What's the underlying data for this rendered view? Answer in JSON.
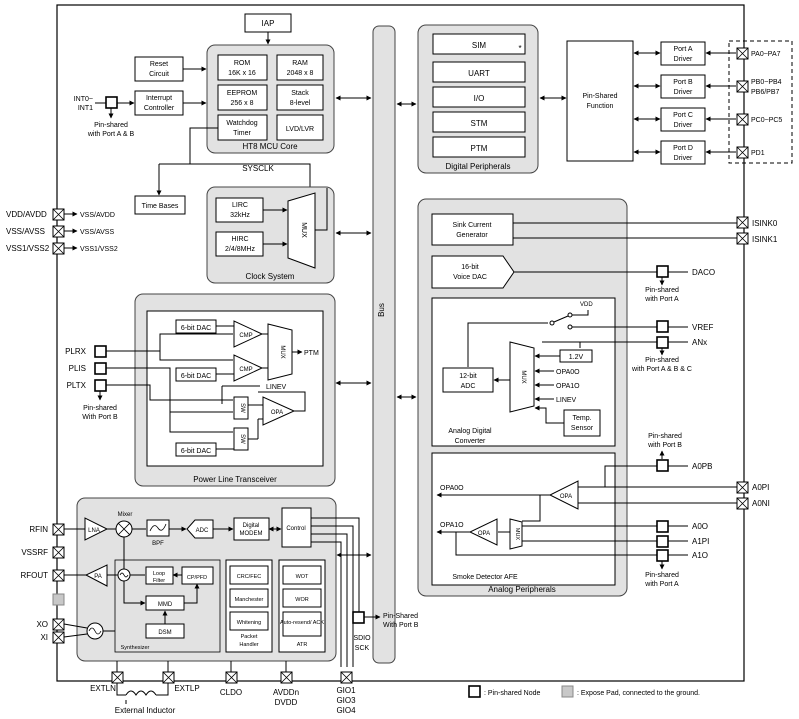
{
  "mcu_core": {
    "title": "HT8 MCU Core",
    "iap": "IAP",
    "rom": [
      "ROM",
      "16K x 16"
    ],
    "ram": [
      "RAM",
      "2048 x 8"
    ],
    "eeprom": [
      "EEPROM",
      "256 x 8"
    ],
    "stack": [
      "Stack",
      "8-level"
    ],
    "watchdog": [
      "Watchdog",
      "Timer"
    ],
    "lvd": "LVD/LVR",
    "reset": [
      "Reset",
      "Circuit"
    ],
    "interrupt": [
      "Interrupt",
      "Controller"
    ],
    "int_pins": [
      "INT0~",
      "INT1"
    ],
    "int_shared": [
      "Pin-shared",
      "with Port A & B"
    ],
    "sysclk": "SYSCLK",
    "time_bases": "Time Bases"
  },
  "clock_system": {
    "title": "Clock System",
    "lirc": [
      "LIRC",
      "32kHz"
    ],
    "hirc": [
      "HIRC",
      "2/4/8MHz"
    ],
    "mux": "MUX"
  },
  "power_pins": [
    {
      "name": "VDD/AVDD",
      "label": "VSS/AVDD"
    },
    {
      "name": "VSS/AVSS",
      "label": "VSS/AVSS"
    },
    {
      "name": "VSS1/VSS2",
      "label": "VSS1/VSS2"
    }
  ],
  "digital_peripherals": {
    "title": "Digital Peripherals",
    "items": [
      "SIM",
      "UART",
      "I/O",
      "STM",
      "PTM"
    ],
    "sim_mark": "*",
    "pin_shared_function": [
      "Pin-Shared",
      "Function"
    ],
    "drivers": [
      {
        "label": [
          "Port A",
          "Driver"
        ],
        "pin": "PA0~PA7"
      },
      {
        "label": [
          "Port B",
          "Driver"
        ],
        "pin": [
          "PB0~PB4",
          "PB6/PB7"
        ]
      },
      {
        "label": [
          "Port C",
          "Driver"
        ],
        "pin": "PC0~PC5"
      },
      {
        "label": [
          "Port D",
          "Driver"
        ],
        "pin": "PD1"
      }
    ]
  },
  "bus": "Bus",
  "power_line": {
    "title": "Power Line Transceiver",
    "dac1": "6-bit DAC",
    "dac2": "6-bit DAC",
    "dac3": "6-bit DAC",
    "cmp": "CMP",
    "mux": "MUX",
    "ptm": "PTM",
    "linev": "LINEV",
    "sw": "SW",
    "opa": "OPA",
    "pins": [
      "PLRX",
      "PLIS",
      "PLTX"
    ],
    "shared": [
      "Pin-shared",
      "With Port B"
    ]
  },
  "analog": {
    "title": "Analog Peripherals",
    "sink": [
      "Sink Current",
      "Generator"
    ],
    "sink_pins": [
      "ISINK0",
      "ISINK1"
    ],
    "voice_dac": [
      "16-bit",
      "Voice DAC"
    ],
    "daco": "DACO",
    "daco_shared": [
      "Pin-shared",
      "with Port A"
    ],
    "adc_block": [
      "Analog Digital",
      "Converter"
    ],
    "adc": [
      "12-bit",
      "ADC"
    ],
    "vdd": "VDD",
    "mux": "MUX",
    "mux_inputs": [
      "1.2V",
      "OPA0O",
      "OPA1O",
      "LINEV"
    ],
    "temp": [
      "Temp.",
      "Sensor"
    ],
    "vref": "VREF",
    "anx": "ANx",
    "anx_shared": [
      "Pin-shared",
      "with Port A & B & C"
    ],
    "smoke_title": "Smoke Detector AFE",
    "opa": "OPA",
    "opa0o": "OPA0O",
    "opa1o": "OPA1O",
    "a0pb": "A0PB",
    "a0pb_shared": [
      "Pin-shared",
      "with Port B"
    ],
    "a0pi": "A0PI",
    "a0ni": "A0NI",
    "a0o": "A0O",
    "a1pi": "A1PI",
    "a1o": "A1O",
    "a1_shared": [
      "Pin-shared",
      "with Port A"
    ]
  },
  "rf": {
    "pins": [
      "RFIN",
      "VSSRF",
      "RFOUT",
      "XO",
      "XI"
    ],
    "lna": "LNA",
    "mixer": "Mixer",
    "bpf": "BPF",
    "adc": "ADC",
    "modem": [
      "Digital",
      "MODEM"
    ],
    "control": "Control",
    "pa": "PA",
    "loop": [
      "Loop",
      "Filter"
    ],
    "cp": "CP/PFD",
    "mmd": "MMD",
    "dsm": "DSM",
    "synth": "Synthesizer",
    "packet_items": [
      "CRC/FEC",
      "Manchester",
      "Whitening"
    ],
    "packet": [
      "Packet",
      "Handler"
    ],
    "atr_items": [
      "WOT",
      "WOR",
      "Auto-resend/ ACK"
    ],
    "atr": "ATR",
    "sdio": [
      "SDIO",
      "SCK"
    ],
    "sdio_shared": [
      "Pin-Shared",
      "With Port B"
    ],
    "bottom": [
      "EXTLN",
      "EXTLP",
      "CLDO",
      "AVDDn",
      "DVDD",
      "GIO1",
      "GIO3",
      "GIO4"
    ],
    "inductor": "External Inductor"
  },
  "legend": {
    "node": ": Pin-shared Node",
    "pad": ": Expose Pad, connected to the ground."
  }
}
